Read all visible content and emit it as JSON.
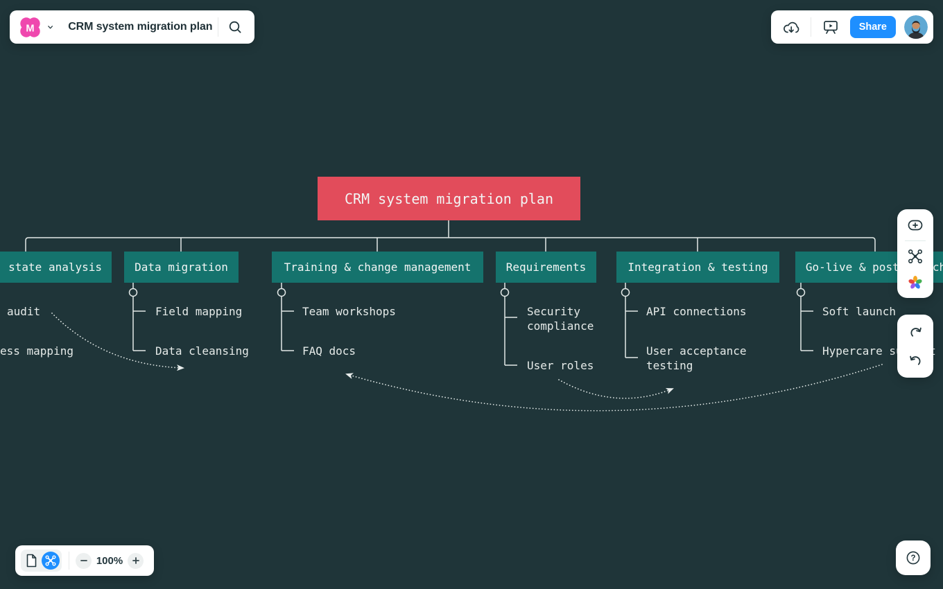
{
  "colors": {
    "canvas_bg": "#1F3539",
    "root_node": "#E24C5B",
    "branch_node": "#15736D",
    "connector": "#E3E9E7",
    "share_button": "#1E8FFF",
    "logo_pink": "#EF48AE"
  },
  "header": {
    "logo_letter": "M",
    "board_title": "CRM system migration plan",
    "share_label": "Share"
  },
  "zoom_controls": {
    "zoom_level": "100%"
  },
  "help": {
    "label": "?"
  },
  "mindmap": {
    "root_label": "CRM system migration plan",
    "branches": [
      {
        "label": "state analysis",
        "children": [
          "audit",
          "ess mapping"
        ]
      },
      {
        "label": "Data migration",
        "children": [
          "Field mapping",
          "Data cleansing"
        ]
      },
      {
        "label": "Training & change management",
        "children": [
          "Team workshops",
          "FAQ docs"
        ]
      },
      {
        "label": "Requirements",
        "children": [
          "Security compliance",
          "User roles"
        ]
      },
      {
        "label": "Integration & testing",
        "children": [
          "API connections",
          "User acceptance testing"
        ]
      },
      {
        "label": "Go-live & post-launch",
        "children": [
          "Soft launch",
          "Hypercare support"
        ]
      }
    ]
  }
}
